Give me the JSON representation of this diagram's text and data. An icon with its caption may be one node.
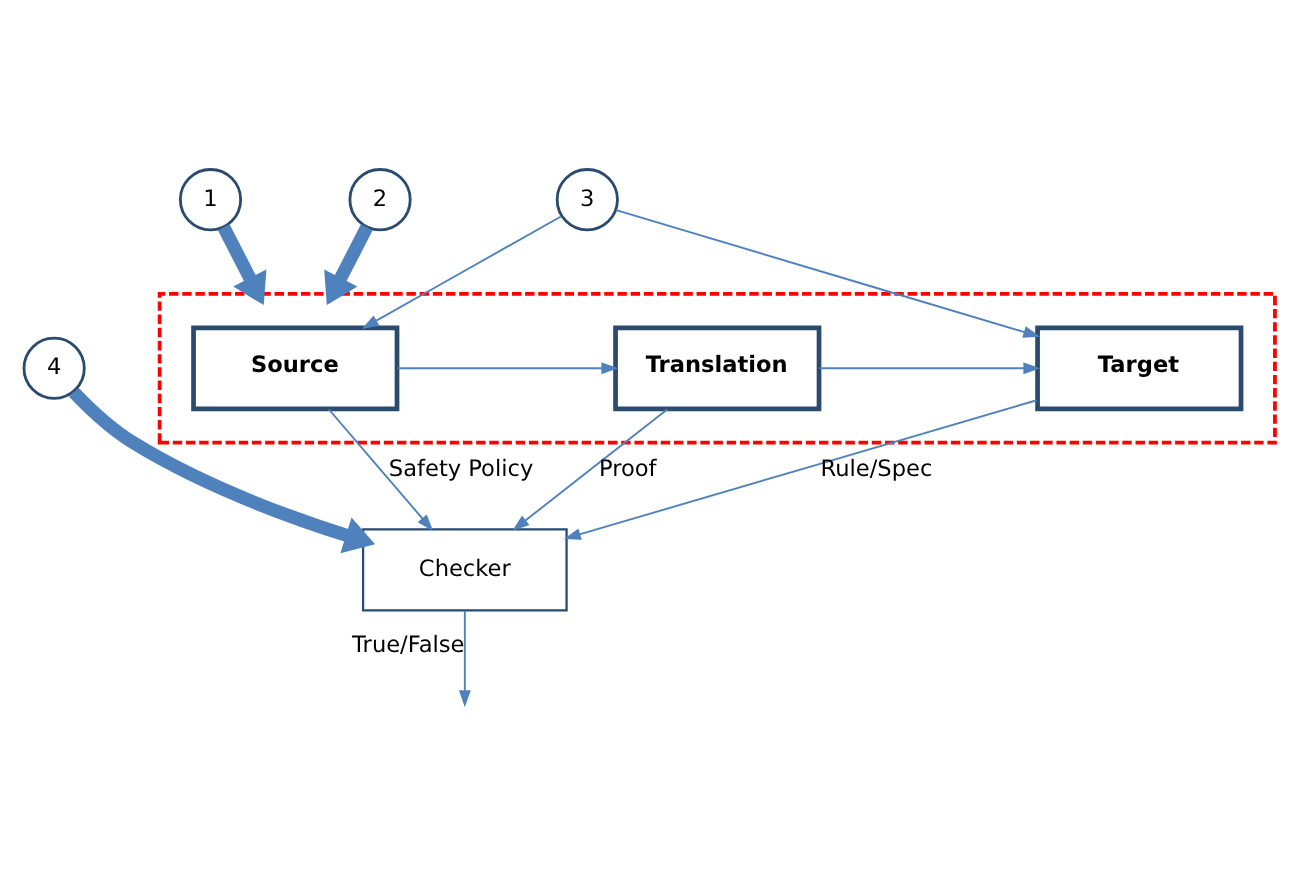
{
  "diagram": {
    "nodes": [
      {
        "text": [],
        "shape": "box"
      },
      {
        "text": [
          "Source"
        ],
        "in": 0
      },
      {
        "text": [
          "Translation"
        ],
        "in": 0
      },
      {
        "text": [
          "Target"
        ],
        "in": 0
      },
      {
        "text": [
          "Checker"
        ]
      },
      {
        "text": [
          "1"
        ]
      },
      {
        "text": [
          "2"
        ]
      },
      {
        "text": [
          "3"
        ]
      },
      {
        "text": [
          "4"
        ]
      }
    ],
    "edges": [
      {
        "from": 5,
        "to": 0,
        "arrow": "to",
        "style": "thick"
      },
      {
        "from": 6,
        "to": 0,
        "arrow": "to",
        "style": "thick"
      },
      {
        "from": 7,
        "to": 1,
        "arrow": "to"
      },
      {
        "from": 7,
        "to": 3,
        "arrow": "to"
      },
      {
        "from": 1,
        "to": 2,
        "arrow": "to"
      },
      {
        "from": 2,
        "to": 3,
        "arrow": "to"
      },
      {
        "from": 1,
        "to": 4,
        "label": "Safety Policy",
        "arrow": "to"
      },
      {
        "from": 2,
        "to": 4,
        "label": "Proof",
        "arrow": "to"
      },
      {
        "from": 3,
        "to": 4,
        "label": "Rule/Spec",
        "arrow": "to"
      },
      {
        "from": 8,
        "to": 4,
        "arrow": "to",
        "style": "thick"
      },
      {
        "from": 4,
        "to": null,
        "label": "True/False",
        "arrow": "to"
      }
    ]
  }
}
